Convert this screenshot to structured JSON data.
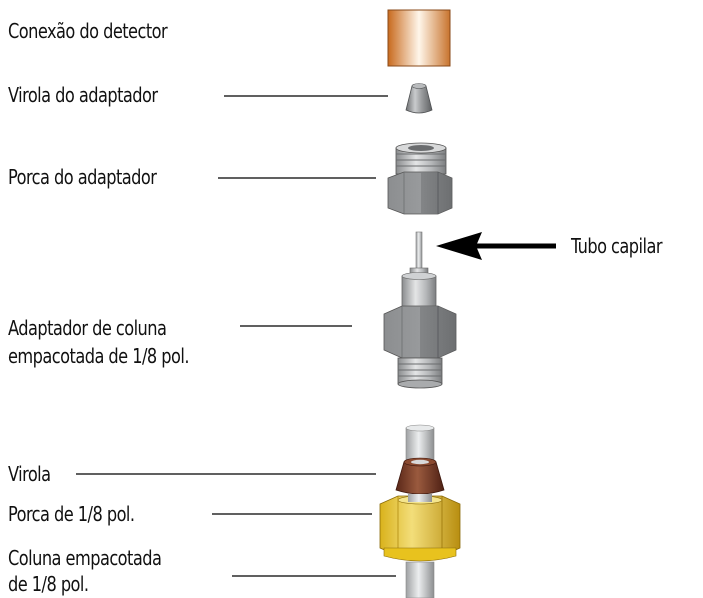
{
  "labels": {
    "detector_connection": "Conexão do detector",
    "adapter_ferrule": "Virola do adaptador",
    "adapter_nut": "Porca do adaptador",
    "capillary_tube": "Tubo capilar",
    "packed_column_adapter_line1": "Adaptador de coluna",
    "packed_column_adapter_line2": "empacotada de 1/8 pol.",
    "ferrule": "Virola",
    "nut_1_8": "Porca de 1/8 pol.",
    "packed_column_line1": "Coluna empacotada",
    "packed_column_line2": "de 1/8 pol."
  },
  "colors": {
    "detector_copper": "#c8742e",
    "metal_gray": "#8e9092",
    "brass": "#e0bc3c",
    "ferrule_brown": "#7a3b25",
    "leader_line": "#000000"
  },
  "icons": {
    "arrow": "arrow-left-icon"
  }
}
